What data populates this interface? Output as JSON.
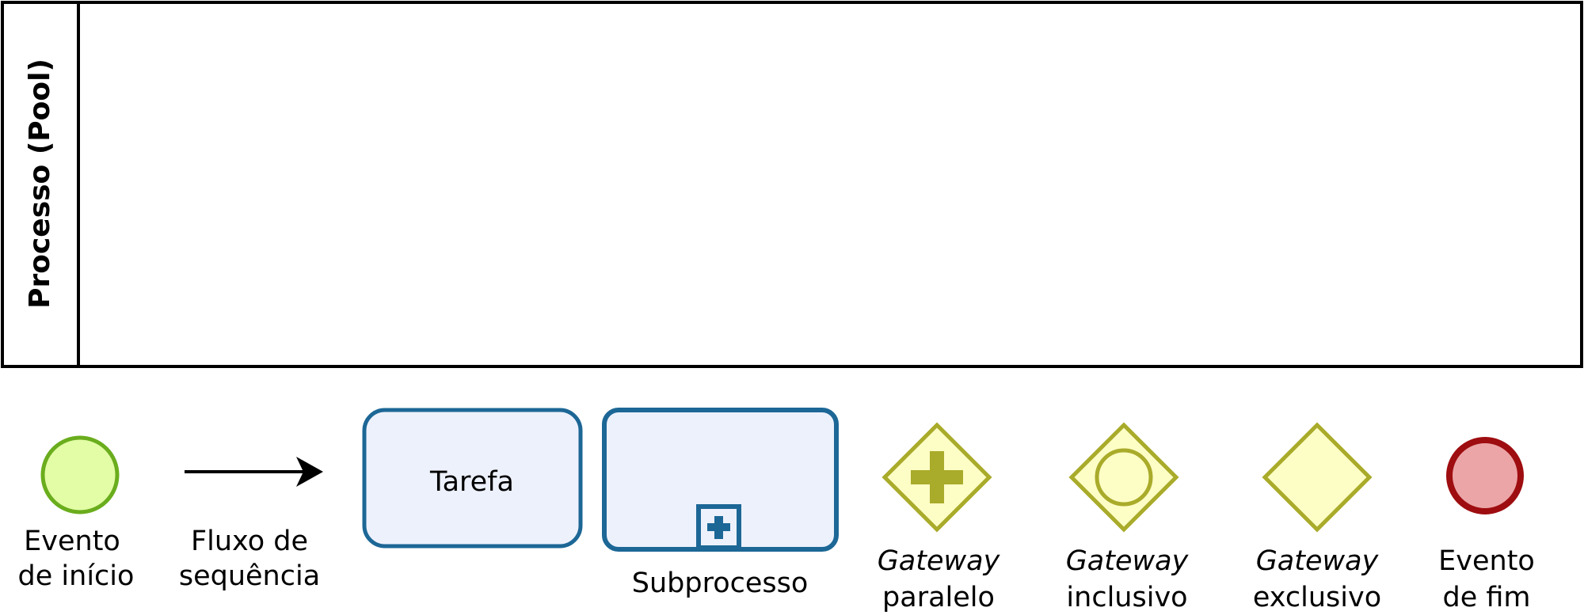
{
  "pool": {
    "label": "Processo (Pool)"
  },
  "legend": {
    "start_event": {
      "line1": "Evento",
      "line2": "de início"
    },
    "sequence_flow": {
      "line1": "Fluxo de",
      "line2": "sequência"
    },
    "task": {
      "label": "Tarefa"
    },
    "subprocess": {
      "label": "Subprocesso"
    },
    "gateway_parallel": {
      "line1": "Gateway",
      "line2": "paralelo"
    },
    "gateway_inclusive": {
      "line1": "Gateway",
      "line2": "inclusivo"
    },
    "gateway_exclusive": {
      "line1": "Gateway",
      "line2": "exclusivo"
    },
    "end_event": {
      "line1": "Evento",
      "line2": "de fim"
    }
  },
  "colors": {
    "start_fill": "#e3fca6",
    "start_stroke": "#6aad1d",
    "task_fill": "#edf1fc",
    "task_stroke": "#1c6796",
    "gateway_fill": "#fdfdc6",
    "gateway_stroke": "#a9ab2a",
    "end_fill": "#eba5a7",
    "end_stroke": "#9e0d10"
  }
}
